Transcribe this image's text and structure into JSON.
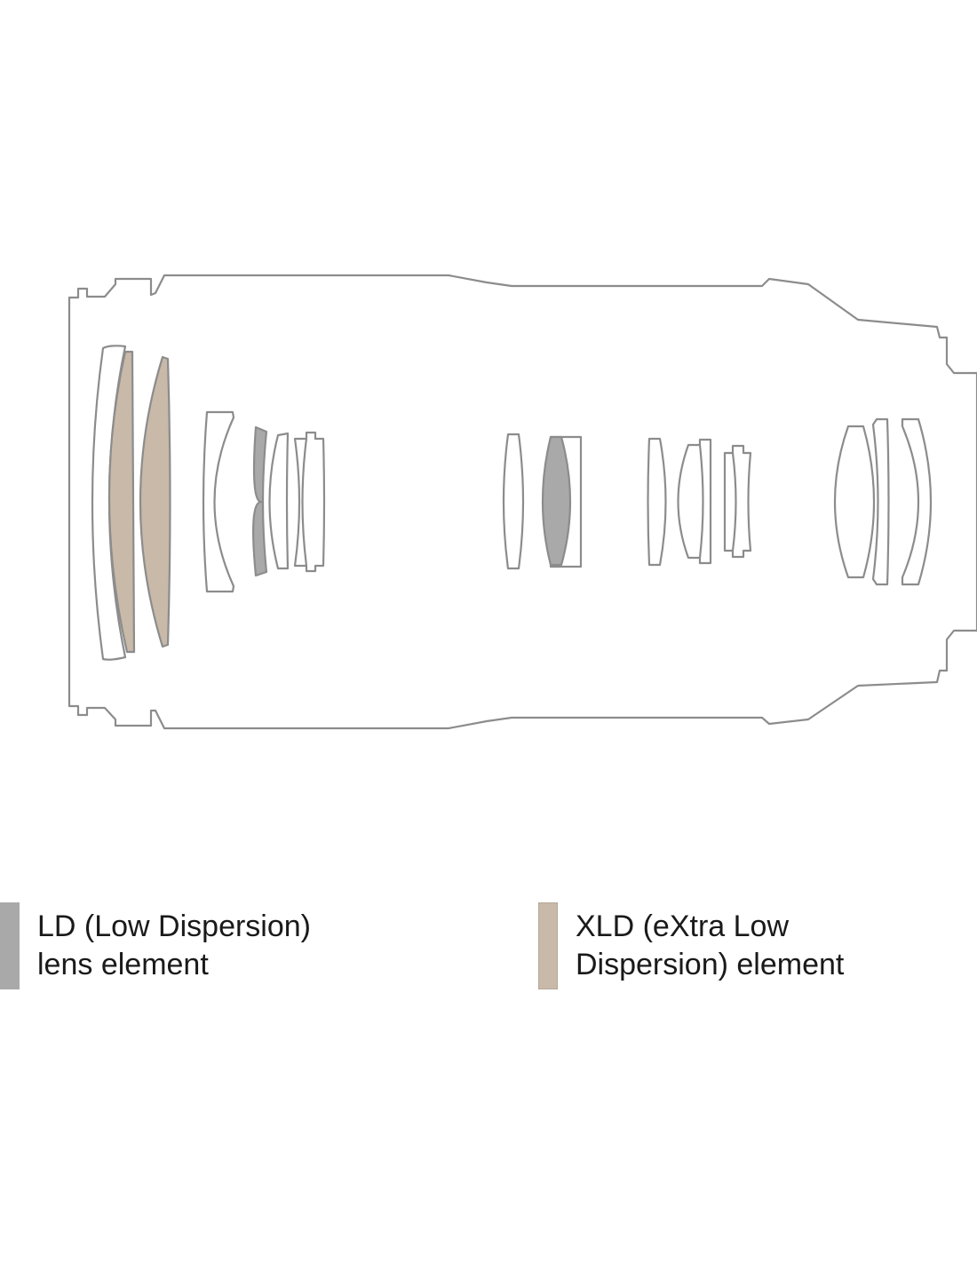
{
  "colors": {
    "background": "#ffffff",
    "outline": "#8c8c8c",
    "ld_fill": "#a9a9a9",
    "xld_fill": "#c8b9a9",
    "text": "#1a1a1a"
  },
  "legend": [
    {
      "key": "ld",
      "line1": "LD (Low Dispersion)",
      "line2": "lens element",
      "color": "#a9a9a9"
    },
    {
      "key": "xld",
      "line1": "XLD (eXtra Low",
      "line2": "Dispersion) element",
      "color": "#c8b9a9"
    }
  ]
}
